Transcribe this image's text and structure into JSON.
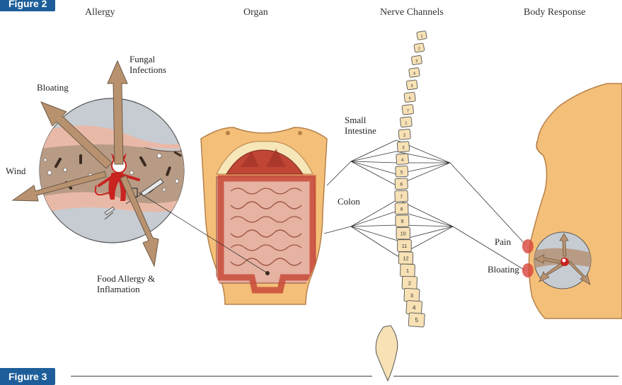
{
  "figure2_tag": "Figure 2",
  "figure3_tag": "Figure 3",
  "headers": {
    "allergy": "Allergy",
    "organ": "Organ",
    "nerve": "Nerve Channels",
    "response": "Body Response"
  },
  "allergy_labels": {
    "fungal_line1": "Fungal",
    "fungal_line2": "Infections",
    "bloating": "Bloating",
    "wind": "Wind",
    "food_line1": "Food Allergy &",
    "food_line2": "Inflamation"
  },
  "nerve_labels": {
    "small_line1": "Small",
    "small_line2": "Intestine",
    "colon": "Colon"
  },
  "response_labels": {
    "pain": "Pain",
    "bloating": "Bloating"
  },
  "vertebra_numbers": [
    "1",
    "2",
    "3",
    "4",
    "5",
    "6",
    "7",
    "1",
    "2",
    "3",
    "4",
    "5",
    "6",
    "7",
    "8",
    "9",
    "10",
    "11",
    "12",
    "1",
    "2",
    "3",
    "4",
    "5"
  ],
  "colors": {
    "skin": "#f4bf78",
    "skin_outline": "#b5804a",
    "intestine_wall": "#e6b2a2",
    "intestine_red": "#c84a38",
    "arrow": "#b8926f",
    "circle": "#c6ccd2",
    "devil": "#c8231f",
    "figure_tag": "#1d5e9a"
  }
}
